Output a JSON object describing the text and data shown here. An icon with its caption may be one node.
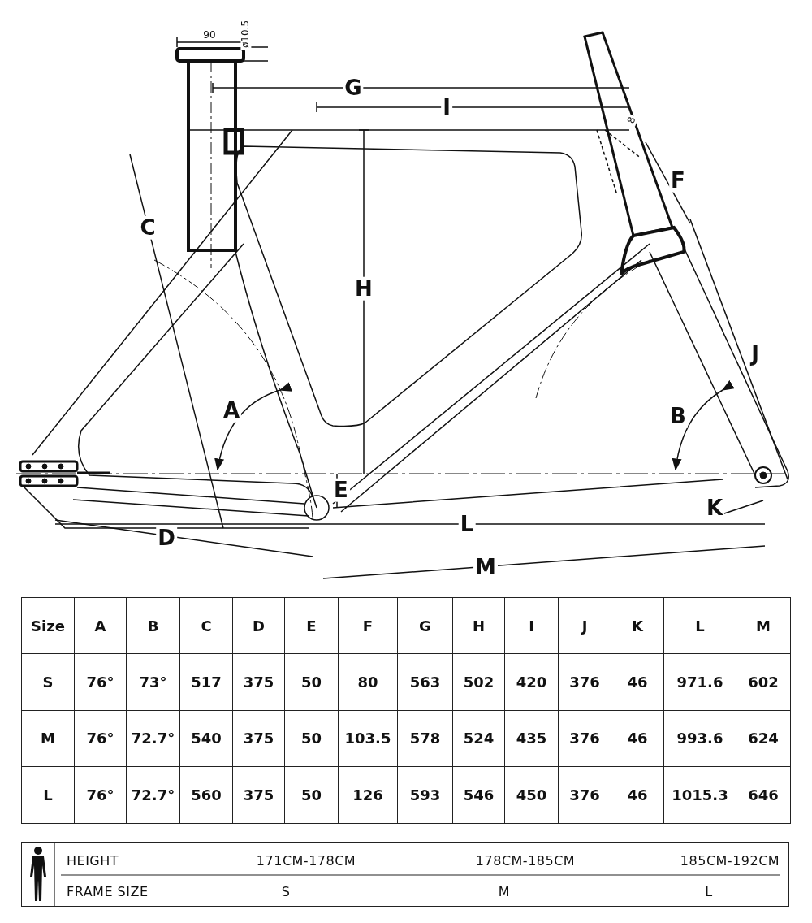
{
  "diagram": {
    "labels": [
      "90",
      "ø10.5",
      "G",
      "I",
      "8",
      "F",
      "C",
      "H",
      "J",
      "A",
      "B",
      "E",
      "K",
      "L",
      "D",
      "M",
      "Size",
      "A",
      "B",
      "C",
      "D",
      "E",
      "F",
      "G",
      "H",
      "I",
      "J",
      "K",
      "L",
      "M",
      "S",
      "76°",
      "73°",
      "517",
      "375",
      "50",
      "80",
      "563",
      "502",
      "420",
      "376",
      "46",
      "971.6",
      "602",
      "M",
      "76°",
      "72.7°",
      "540",
      "375",
      "50",
      "103.5",
      "578",
      "524",
      "435",
      "376",
      "46",
      "993.6",
      "624",
      "L",
      "76°",
      "72.7°",
      "560",
      "375",
      "50",
      "126",
      "593",
      "546",
      "450",
      "376",
      "46",
      "1015.3",
      "646",
      "HEIGHT",
      "171CM-178CM",
      "178CM-185CM",
      "185CM-192CM",
      "FRAME SIZE",
      "S",
      "M",
      "L"
    ]
  }
}
